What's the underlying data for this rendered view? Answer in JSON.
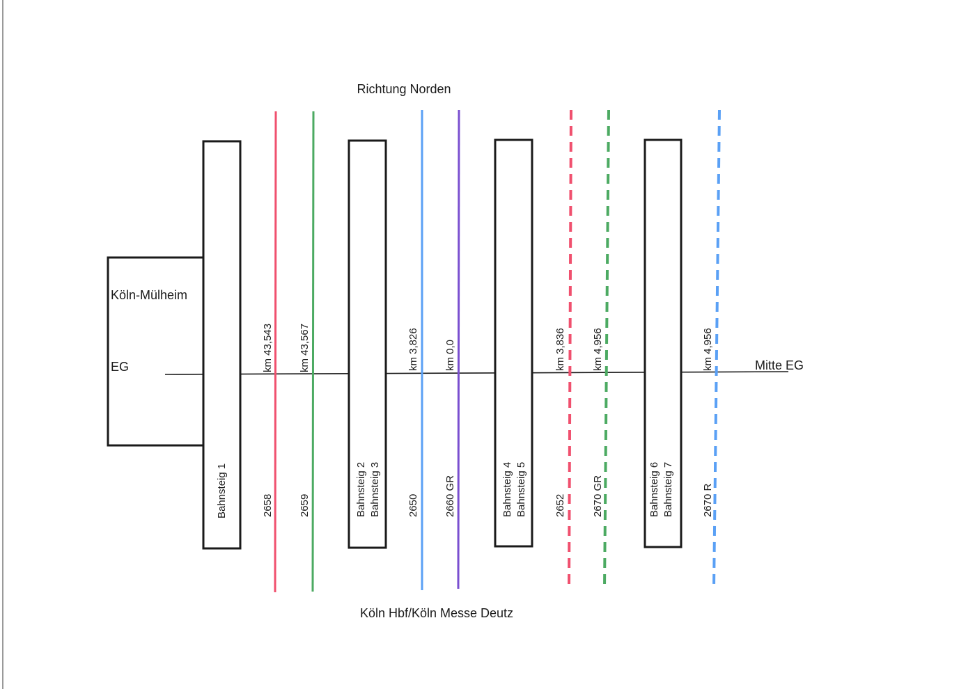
{
  "title_top": "Richtung Norden",
  "title_bottom": "Köln Hbf/Köln Messe Deutz",
  "station": {
    "name": "Köln-Mülheim",
    "building_label": "EG"
  },
  "axis_label": "Mitte EG",
  "platforms": [
    {
      "id": "p1",
      "lines": [
        "Bahnsteig 1"
      ]
    },
    {
      "id": "p23",
      "lines": [
        "Bahnsteig 2",
        "Bahnsteig 3"
      ]
    },
    {
      "id": "p45",
      "lines": [
        "Bahnsteig 4",
        "Bahnsteig 5"
      ]
    },
    {
      "id": "p67",
      "lines": [
        "Bahnsteig 6",
        "Bahnsteig 7"
      ]
    }
  ],
  "tracks": [
    {
      "line": "2658",
      "km": "km 43,543",
      "color": "#f0506e",
      "style": "solid"
    },
    {
      "line": "2659",
      "km": "km 43,567",
      "color": "#4caa62",
      "style": "solid"
    },
    {
      "line": "2650",
      "km": "km 3,826",
      "color": "#5aa0f5",
      "style": "solid"
    },
    {
      "line": "2660 GR",
      "km": "km 0,0",
      "color": "#7a4fd0",
      "style": "solid"
    },
    {
      "line": "2652",
      "km": "km 3,836",
      "color": "#f0506e",
      "style": "dashed"
    },
    {
      "line": "2670 GR",
      "km": "km 4,956",
      "color": "#4caa62",
      "style": "dashed"
    },
    {
      "line": "2670 R",
      "km": "km 4,956",
      "color": "#5aa0f5",
      "style": "dashed"
    }
  ]
}
